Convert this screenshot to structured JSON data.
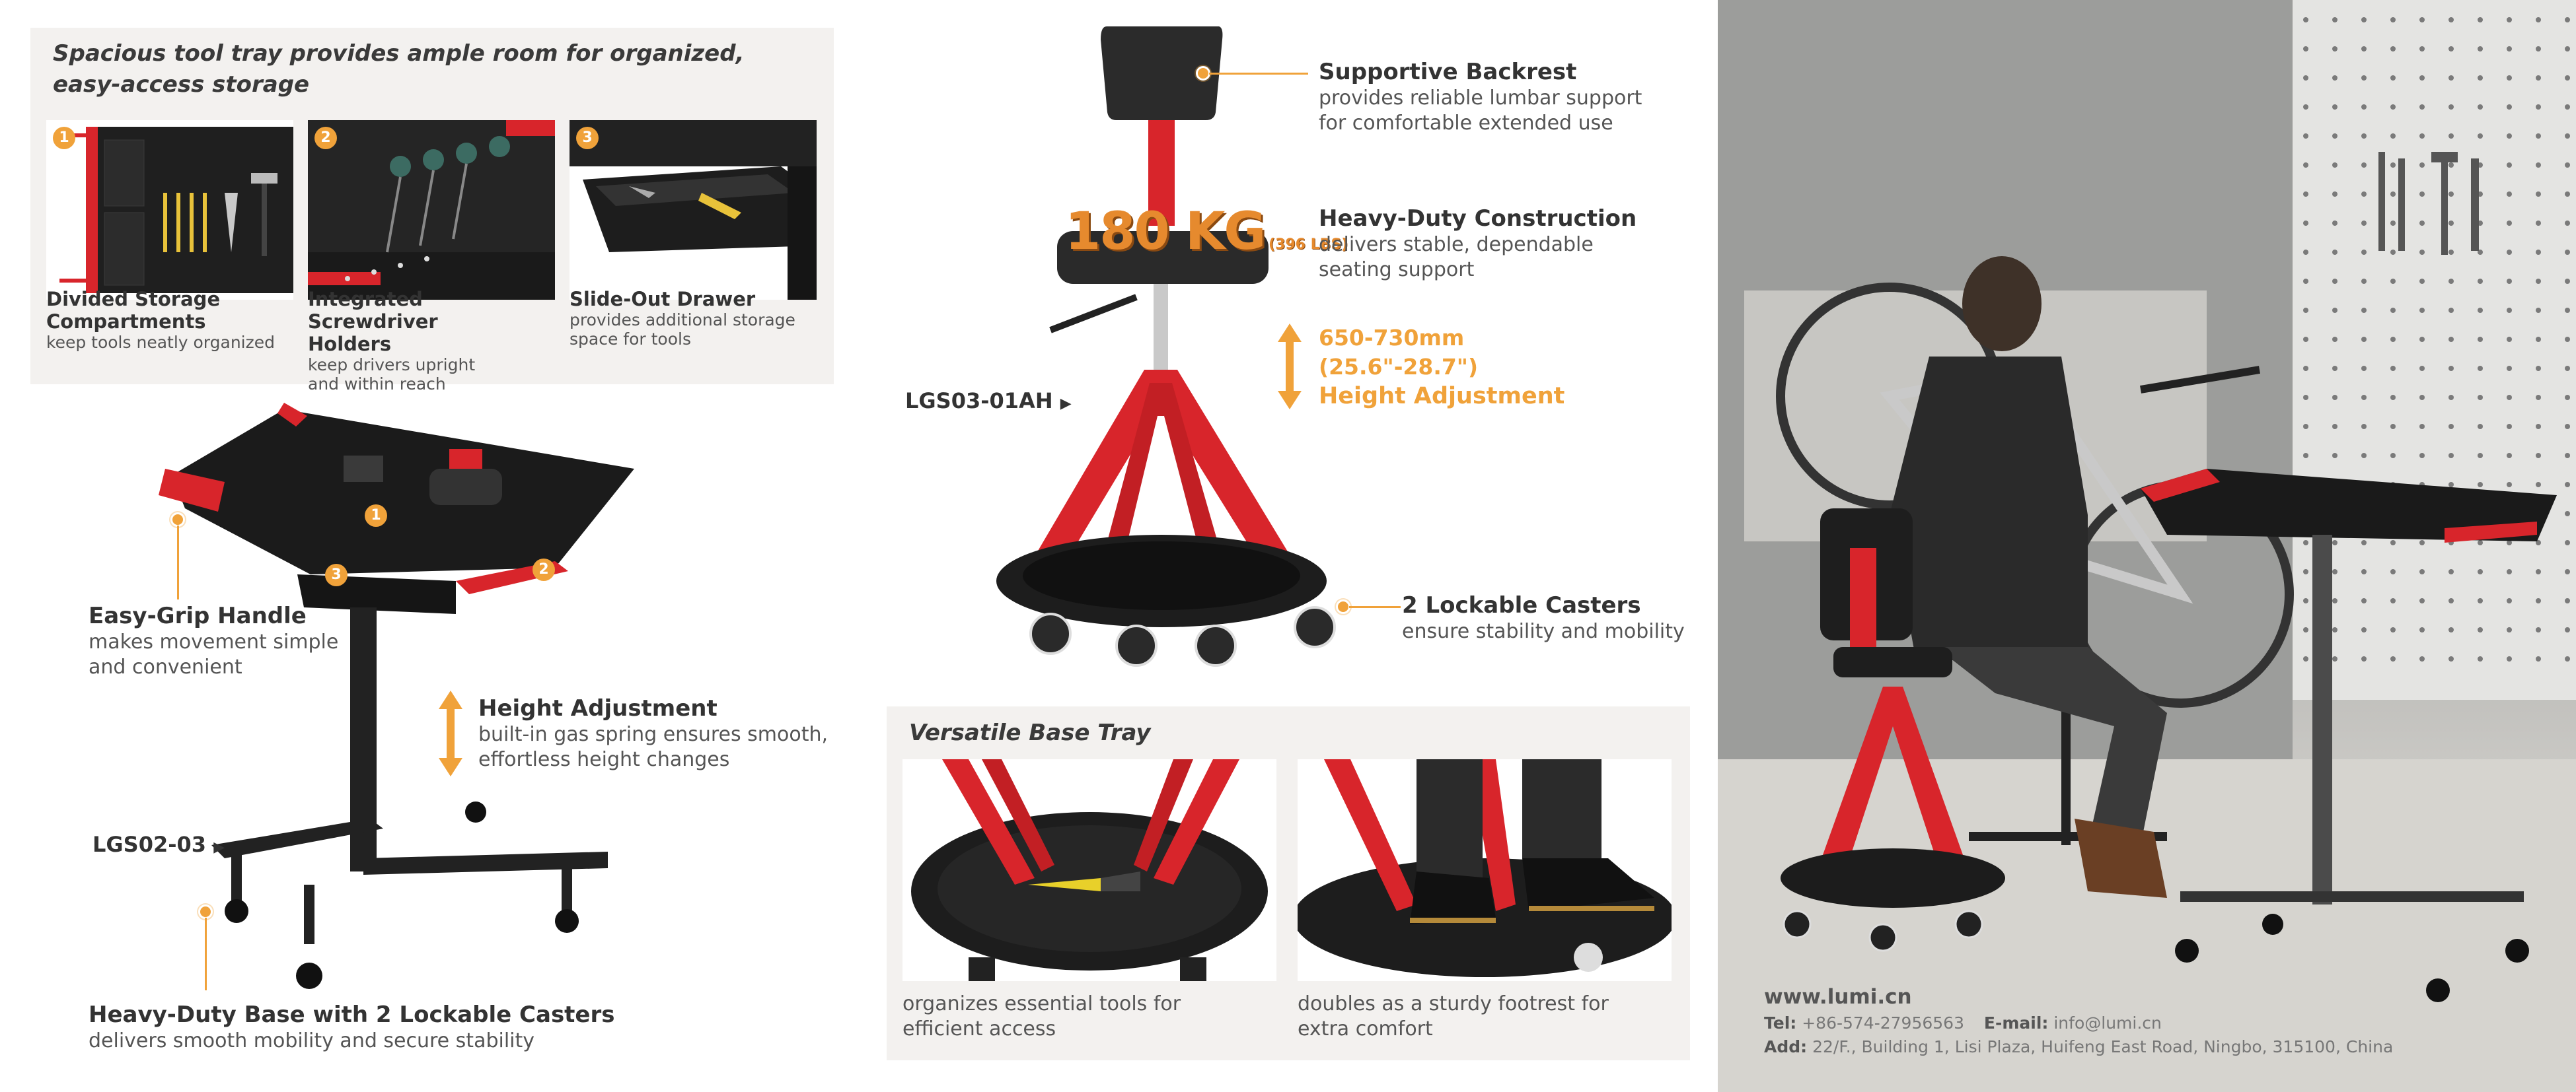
{
  "tray_section": {
    "title_line1": "Spacious tool tray provides ample room for organized,",
    "title_line2": "easy-access storage",
    "items": [
      {
        "num": "1",
        "label_line1": "Divided Storage",
        "label_line2": "Compartments",
        "desc_line1": "keep tools neatly organized",
        "desc_line2": ""
      },
      {
        "num": "2",
        "label_line1": "Integrated Screwdriver",
        "label_line2": "Holders",
        "desc_line1": "keep drivers upright",
        "desc_line2": "and within reach"
      },
      {
        "num": "3",
        "label_line1": "Slide-Out Drawer",
        "label_line2": "",
        "desc_line1": "provides additional storage",
        "desc_line2": "space for tools"
      }
    ]
  },
  "tray_product": {
    "model": "LGS02-03",
    "badges": [
      "1",
      "2",
      "3"
    ],
    "features": [
      {
        "label": "Easy-Grip Handle",
        "desc_line1": "makes movement simple",
        "desc_line2": "and convenient"
      },
      {
        "label": "Height Adjustment",
        "desc_line1": "built-in gas spring ensures smooth,",
        "desc_line2": "effortless height changes"
      },
      {
        "label": "Heavy-Duty Base with 2 Lockable Casters",
        "desc_line1": "delivers smooth mobility and secure stability",
        "desc_line2": ""
      }
    ]
  },
  "stool_product": {
    "model": "LGS03-01AH",
    "capacity": "180 KG",
    "capacity_lbs": "(396 LBS)",
    "features": [
      {
        "label": "Supportive Backrest",
        "desc_line1": "provides reliable lumbar support",
        "desc_line2": "for comfortable extended use"
      },
      {
        "label": "Heavy-Duty Construction",
        "desc_line1": "delivers stable, dependable",
        "desc_line2": "seating support"
      },
      {
        "label": "2 Lockable Casters",
        "desc_line1": "ensure stability and mobility",
        "desc_line2": ""
      }
    ],
    "height": {
      "line1": "650-730mm",
      "line2": "(25.6\"-28.7\")",
      "line3": "Height Adjustment"
    }
  },
  "base_tray": {
    "title": "Versatile Base Tray",
    "items": [
      {
        "desc_line1": "organizes essential tools for",
        "desc_line2": "efficient access"
      },
      {
        "desc_line1": "doubles as a sturdy footrest for",
        "desc_line2": "extra comfort"
      }
    ]
  },
  "contact": {
    "website": "www.lumi.cn",
    "tel_label": "Tel:",
    "tel": "+86-574-27956563",
    "email_label": "E-mail:",
    "email": "info@lumi.cn",
    "addr_label": "Add:",
    "address": "22/F., Building 1, Lisi Plaza, Huifeng East Road, Ningbo, 315100, China"
  },
  "colors": {
    "accent": "#f0a23a",
    "red": "#d8252b",
    "black": "#1e1e1e",
    "panel": "#f3f1ef"
  }
}
